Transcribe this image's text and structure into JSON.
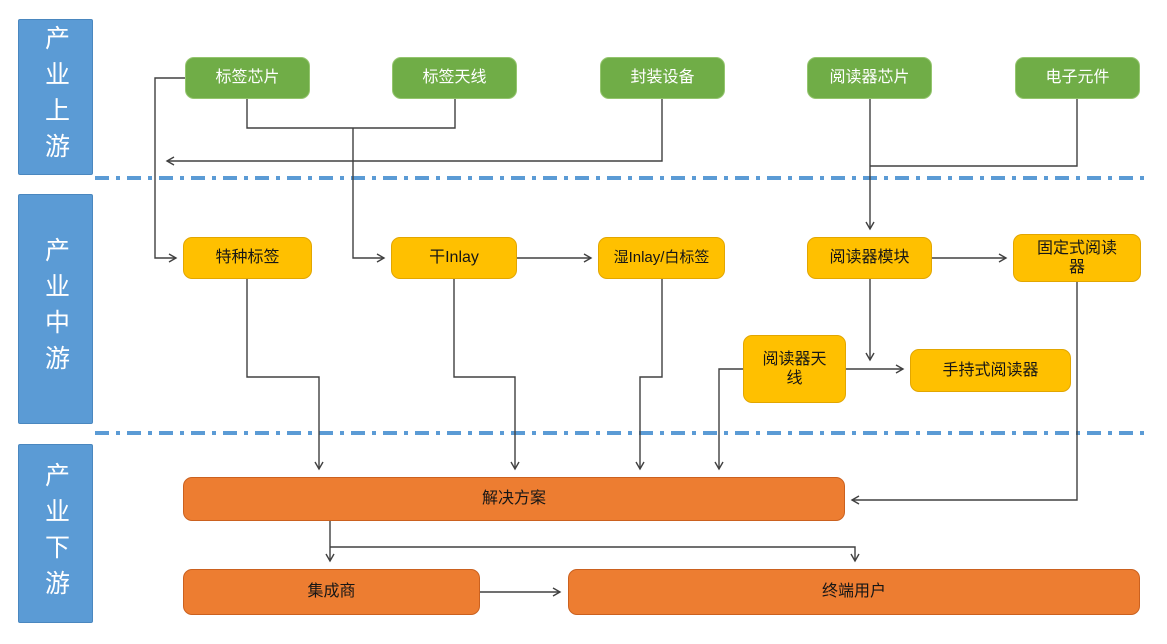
{
  "sidebar": {
    "upstream": "产业上游",
    "midstream": "产业中游",
    "downstream": "产业下游"
  },
  "nodes": {
    "tag_chip": "标签芯片",
    "tag_antenna": "标签天线",
    "packaging_equipment": "封装设备",
    "reader_chip": "阅读器芯片",
    "electronic_components": "电子元件",
    "special_tag": "特种标签",
    "dry_inlay": "干Inlay",
    "wet_inlay": "湿Inlay/白标签",
    "reader_module": "阅读器模块",
    "fixed_reader": "固定式阅读器",
    "reader_antenna": "阅读器天线",
    "handheld_reader": "手持式阅读器",
    "solution": "解决方案",
    "integrator": "集成商",
    "end_user": "终端用户"
  },
  "colors": {
    "upstream_node_fill": "#70AD47",
    "midstream_node_fill": "#FFC000",
    "downstream_node_fill": "#ED7D31",
    "stage_fill": "#5B9BD5",
    "divider": "#5B9BD5",
    "connector": "#404040"
  }
}
